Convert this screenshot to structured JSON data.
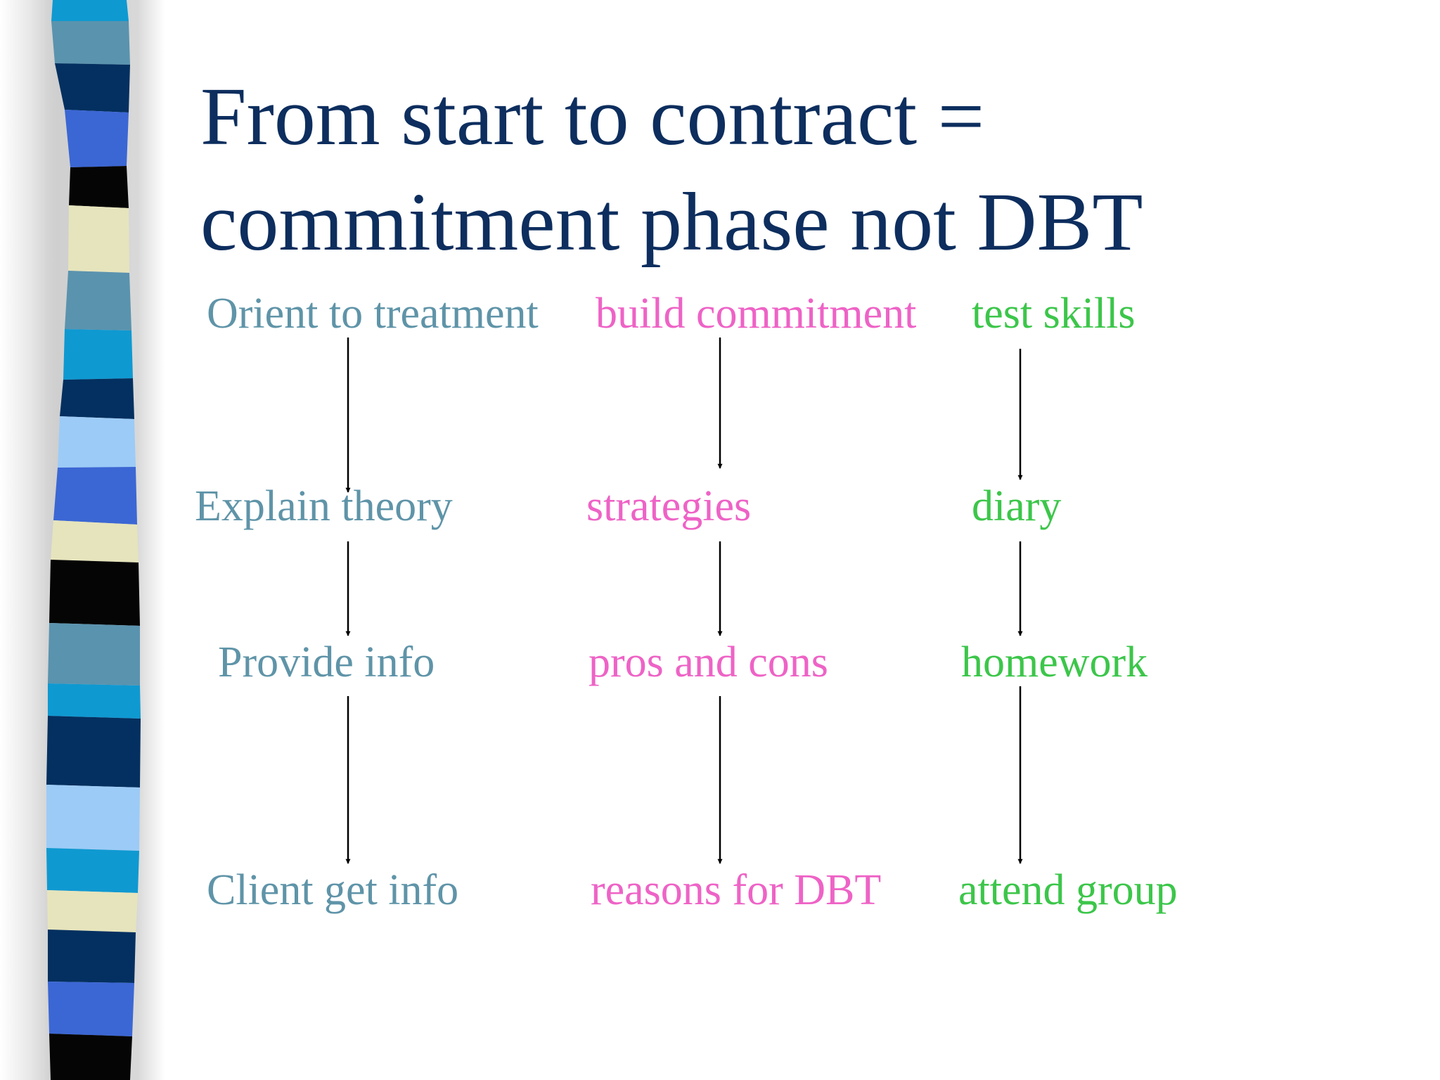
{
  "title": {
    "line1": "From start to contract =",
    "line2": "commitment phase not DBT"
  },
  "columns": [
    {
      "nodes": [
        "Orient to treatment",
        "Explain theory",
        "Provide info",
        "Client get info"
      ]
    },
    {
      "nodes": [
        "build commitment",
        "strategies",
        "pros and cons",
        "reasons for DBT"
      ]
    },
    {
      "nodes": [
        "test skills",
        "diary",
        "homework",
        "attend group"
      ]
    }
  ],
  "colors": {
    "title": "#0d2e5e",
    "column1": "#5f94a8",
    "column2": "#ee63c6",
    "column3": "#3cc64a",
    "arrow": "#000000",
    "stripe_dark_navy": "#033060",
    "stripe_steel_blue": "#5a93ae",
    "stripe_royal_blue": "#3b67d4",
    "stripe_black": "#050505",
    "stripe_cream": "#e6e4bc",
    "stripe_cyan": "#0f99d1",
    "stripe_light_blue": "#9ccbf7"
  }
}
